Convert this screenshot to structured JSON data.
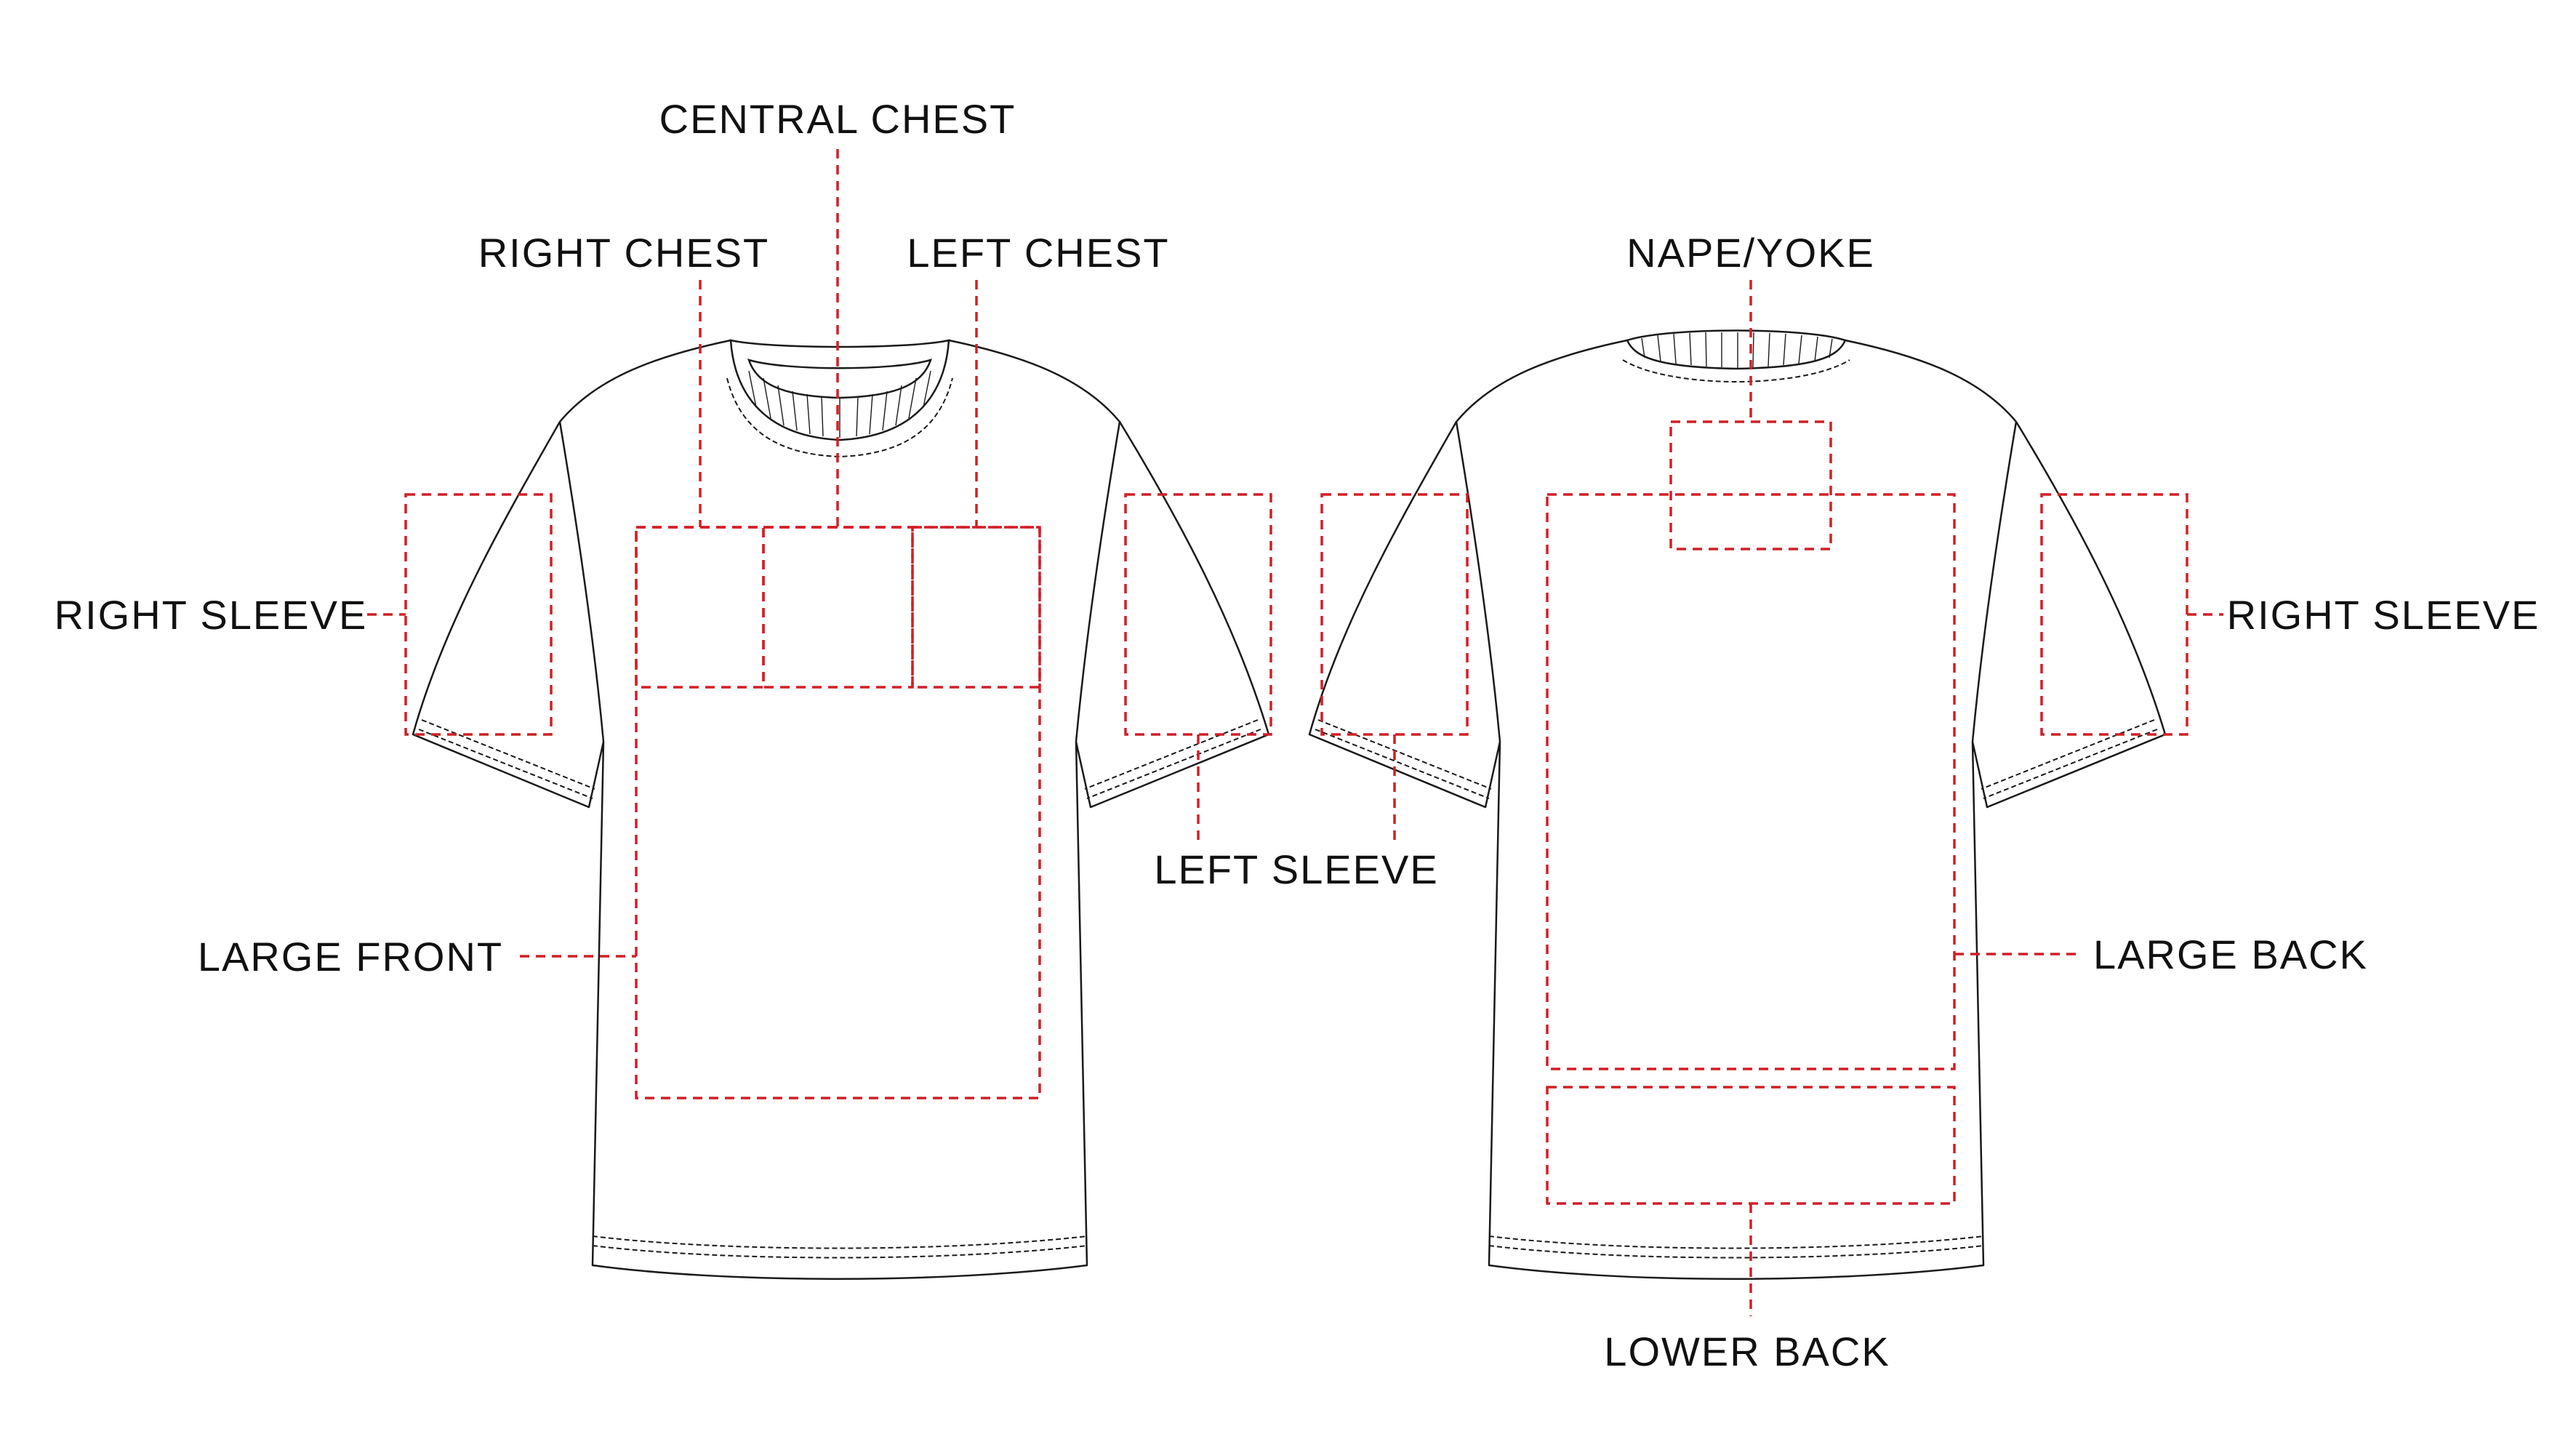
{
  "colors": {
    "zone": "#d11f26",
    "outline": "#1a1a1a",
    "background": "#ffffff"
  },
  "front": {
    "central_chest": "CENTRAL CHEST",
    "right_chest": "RIGHT CHEST",
    "left_chest": "LEFT CHEST",
    "right_sleeve": "RIGHT SLEEVE",
    "large_front": "LARGE FRONT"
  },
  "middle": {
    "left_sleeve": "LEFT SLEEVE"
  },
  "back": {
    "nape_yoke": "NAPE/YOKE",
    "right_sleeve": "RIGHT SLEEVE",
    "large_back": "LARGE BACK",
    "lower_back": "LOWER BACK"
  }
}
